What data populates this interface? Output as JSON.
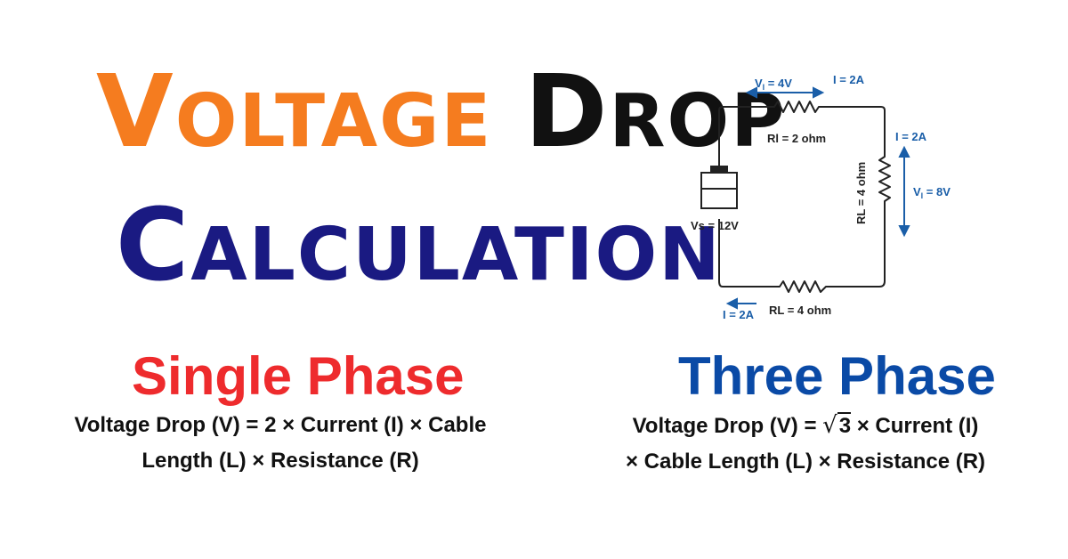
{
  "title": {
    "line1": [
      {
        "cap": "V",
        "rest": "OLTAGE"
      },
      {
        "cap": "D",
        "rest": "ROP"
      }
    ],
    "line2": {
      "cap": "C",
      "rest": "ALCULATION"
    },
    "colors": {
      "voltage": "#f57c1f",
      "drop": "#111111",
      "calculation": "#1a1a82"
    }
  },
  "single_phase": {
    "title": "Single Phase",
    "formula_line1": "Voltage Drop (V) = 2 × Current (I) × Cable",
    "formula_line2": "Length (L) × Resistance (R)",
    "color": "#ee2b2d"
  },
  "three_phase": {
    "title": "Three Phase",
    "formula_line1_pre": "Voltage Drop (V) = ",
    "sqrt_symbol": "√",
    "sqrt_arg": "3",
    "formula_line1_post": " × Current (I)",
    "formula_line2": "× Cable Length (L) × Resistance (R)",
    "color": "#0a4aa6"
  },
  "circuit": {
    "top_voltage_main": "V",
    "top_voltage_sub": "l",
    "top_voltage_value": " = 4V",
    "top_current": "I = 2A",
    "top_resistor": "Rl = 2 ohm",
    "right_current": "I = 2A",
    "right_resistor": "RL = 4 ohm",
    "right_voltage_main": "V",
    "right_voltage_sub": "l",
    "right_voltage_value": " = 8V",
    "source": "Vs = 12V",
    "bottom_current": "I = 2A",
    "bottom_resistor": "RL = 4 ohm",
    "label_color": "#1a5ea8"
  }
}
